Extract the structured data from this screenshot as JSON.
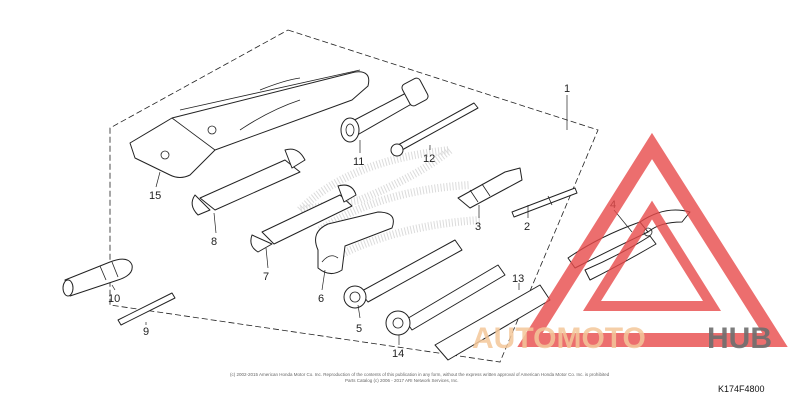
{
  "diagram": {
    "title": "",
    "drawing_code": "K174F4800",
    "copyright_line_1": "(c) 2002-2015 American Honda Motor Co. Inc. Reproduction of the contents of this publication in any form, without the express written approval of American Honda Motor Co. Inc. is prohibited",
    "copyright_line_2": "Parts Catalog (c) 2006 - 2017 ARI Network Services, Inc.",
    "callouts": {
      "c1": "1",
      "c2": "2",
      "c3": "3",
      "c4": "4",
      "c5": "5",
      "c6": "6",
      "c7": "7",
      "c8": "8",
      "c9": "9",
      "c10": "10",
      "c11": "11",
      "c12": "12",
      "c13": "13",
      "c14": "14",
      "c15": "15"
    }
  },
  "watermark": {
    "part_light": "AUTOMOTO",
    "part_dark": "HUB",
    "color_light": "#f4c79a",
    "color_dark": "#6e6e6e",
    "triangle_color": "#e84a4a"
  }
}
